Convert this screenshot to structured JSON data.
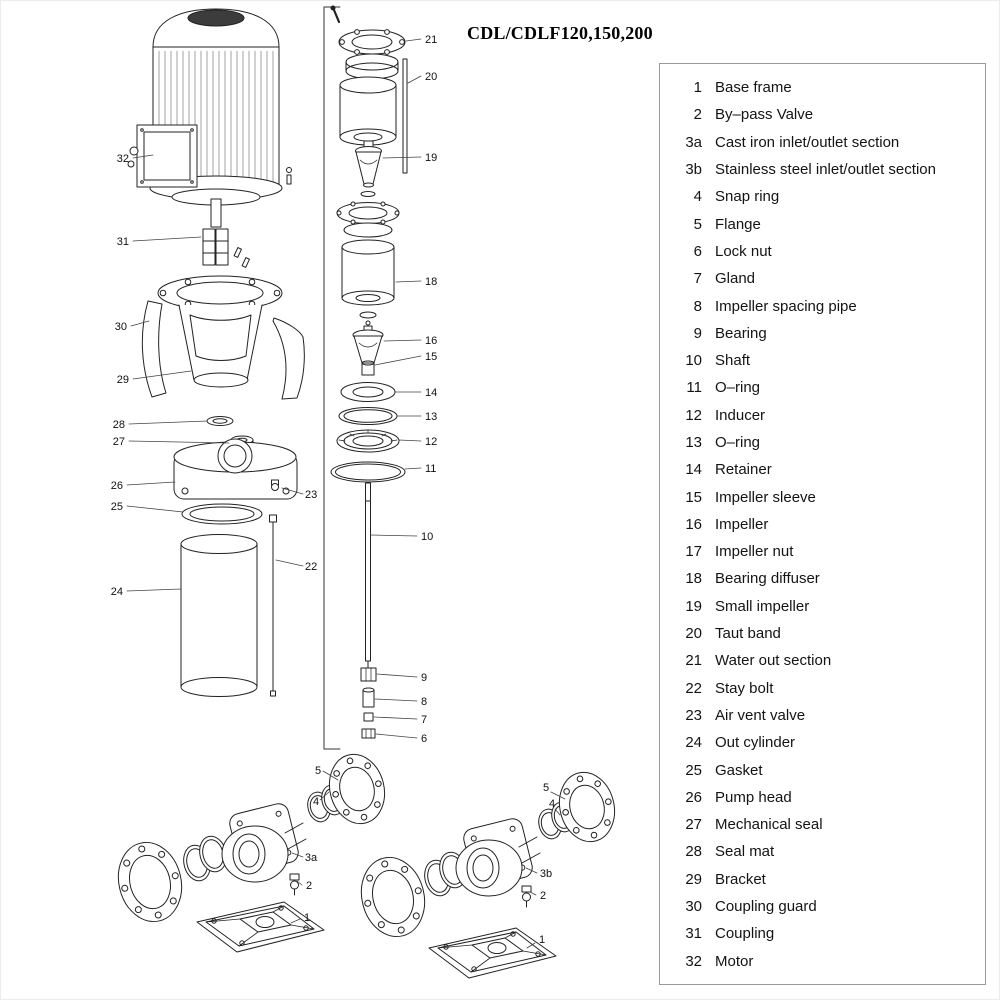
{
  "title": "CDL/CDLF120,150,200",
  "parts_list": {
    "items": [
      {
        "num": "1",
        "label": "Base frame"
      },
      {
        "num": "2",
        "label": "By–pass Valve"
      },
      {
        "num": "3a",
        "label": "Cast iron inlet/outlet section"
      },
      {
        "num": "3b",
        "label": "Stainless steel inlet/outlet section"
      },
      {
        "num": "4",
        "label": "Snap ring"
      },
      {
        "num": "5",
        "label": "Flange"
      },
      {
        "num": "6",
        "label": "Lock nut"
      },
      {
        "num": "7",
        "label": "Gland"
      },
      {
        "num": "8",
        "label": "Impeller spacing pipe"
      },
      {
        "num": "9",
        "label": "Bearing"
      },
      {
        "num": "10",
        "label": "Shaft"
      },
      {
        "num": "11",
        "label": "O–ring"
      },
      {
        "num": "12",
        "label": "Inducer"
      },
      {
        "num": "13",
        "label": "O–ring"
      },
      {
        "num": "14",
        "label": "Retainer"
      },
      {
        "num": "15",
        "label": "Impeller sleeve"
      },
      {
        "num": "16",
        "label": "Impeller"
      },
      {
        "num": "17",
        "label": "Impeller nut"
      },
      {
        "num": "18",
        "label": "Bearing diffuser"
      },
      {
        "num": "19",
        "label": "Small impeller"
      },
      {
        "num": "20",
        "label": "Taut band"
      },
      {
        "num": "21",
        "label": "Water out section"
      },
      {
        "num": "22",
        "label": "Stay bolt"
      },
      {
        "num": "23",
        "label": "Air vent valve"
      },
      {
        "num": "24",
        "label": "Out cylinder"
      },
      {
        "num": "25",
        "label": "Gasket"
      },
      {
        "num": "26",
        "label": "Pump head"
      },
      {
        "num": "27",
        "label": "Mechanical seal"
      },
      {
        "num": "28",
        "label": "Seal mat"
      },
      {
        "num": "29",
        "label": "Bracket"
      },
      {
        "num": "30",
        "label": "Coupling guard"
      },
      {
        "num": "31",
        "label": "Coupling"
      },
      {
        "num": "32",
        "label": "Motor"
      }
    ]
  },
  "callouts": {
    "left": [
      "32",
      "31",
      "30",
      "29",
      "28",
      "27",
      "26",
      "25",
      "24",
      "23",
      "22"
    ],
    "middle": [
      "21",
      "20",
      "19",
      "18",
      "16",
      "15",
      "14",
      "13",
      "12",
      "11",
      "10",
      "9",
      "8",
      "7",
      "6"
    ],
    "bottom_left": [
      "5",
      "4",
      "3a",
      "2",
      "1"
    ],
    "bottom_right": [
      "5",
      "4",
      "3b",
      "2",
      "1"
    ]
  }
}
